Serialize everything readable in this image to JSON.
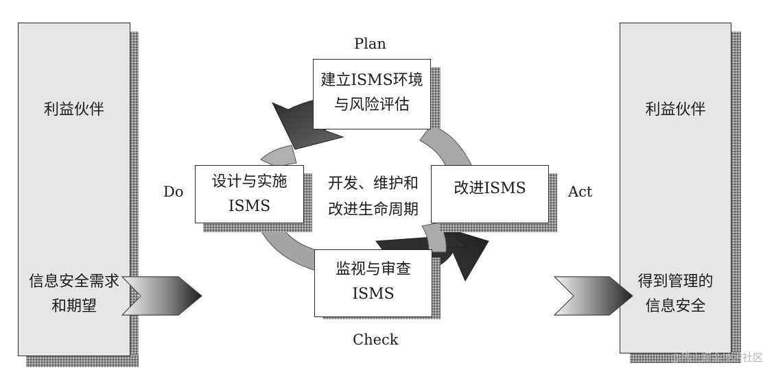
{
  "left_panel": {
    "top_label": "利益伙伴",
    "input_lines": [
      "信息安全需求",
      "和期望"
    ]
  },
  "right_panel": {
    "top_label": "利益伙伴",
    "output_lines": [
      "得到管理的",
      "信息安全"
    ]
  },
  "phases": {
    "plan": "Plan",
    "do": "Do",
    "check": "Check",
    "act": "Act"
  },
  "boxes": {
    "plan": [
      "建立ISMS环境",
      "与风险评估"
    ],
    "do": [
      "设计与实施",
      "ISMS"
    ],
    "check": [
      "监视与审查",
      "ISMS"
    ],
    "act": [
      "改进ISMS"
    ]
  },
  "center": [
    "开发、维护和",
    "改进生命周期"
  ],
  "watermark": "@稀土掘金技术社区"
}
